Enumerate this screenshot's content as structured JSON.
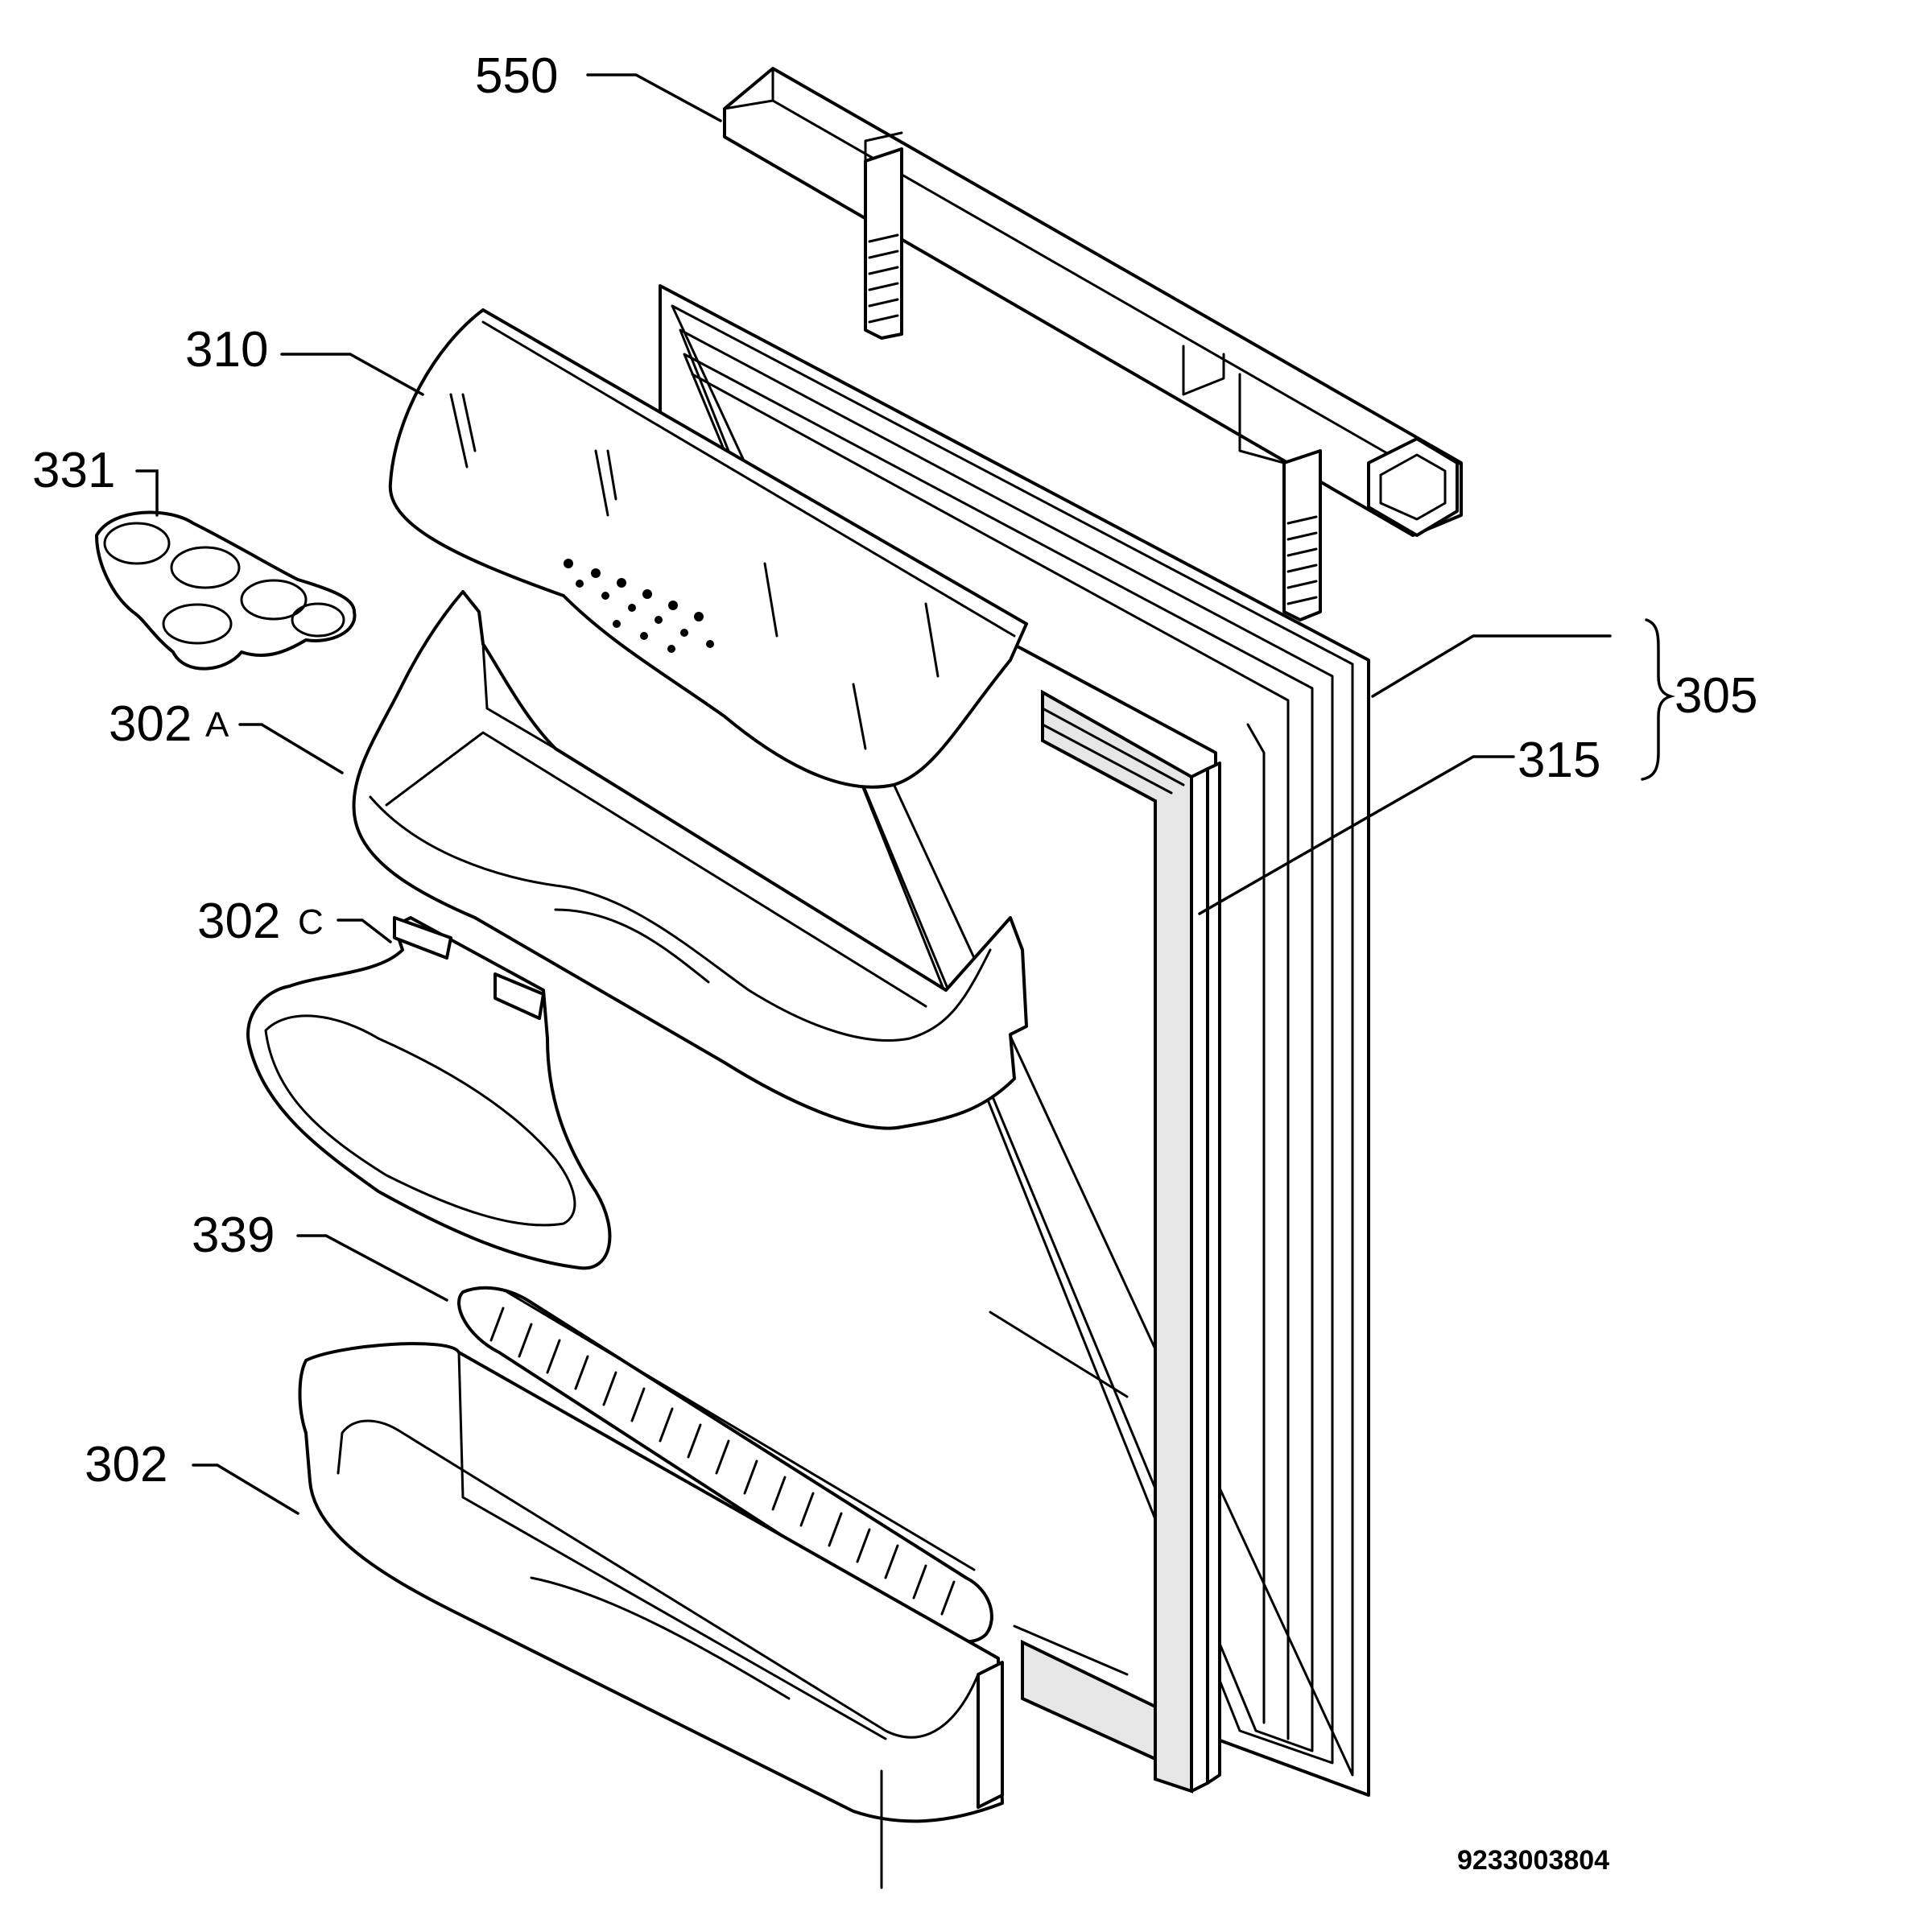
{
  "callouts": {
    "c550": "550",
    "c310": "310",
    "c331": "331",
    "c302a_num": "302",
    "c302a_suffix": "A",
    "c302c_num": "302",
    "c302c_suffix": "C",
    "c339": "339",
    "c302": "302",
    "c305": "305",
    "c315": "315"
  },
  "drawing_code": "9233003804",
  "colors": {
    "ink": "#000000",
    "paper": "#ffffff",
    "gasket": "#e6e6e6"
  }
}
